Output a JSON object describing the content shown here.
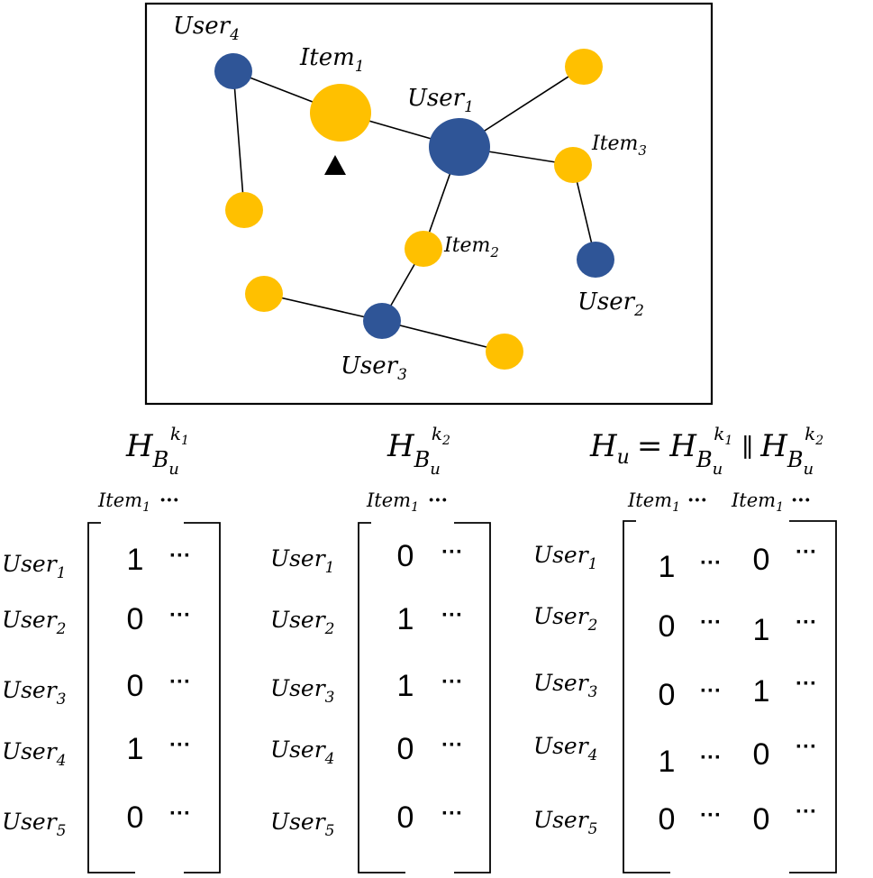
{
  "colors": {
    "user": "#2f5597",
    "item": "#ffc000",
    "line": "#000000"
  },
  "graph": {
    "labels": {
      "user4": "User",
      "user4_sub": "4",
      "item1": "Item",
      "item1_sub": "1",
      "user1": "User",
      "user1_sub": "1",
      "item3": "Item",
      "item3_sub": "3",
      "item2": "Item",
      "item2_sub": "2",
      "user2": "User",
      "user2_sub": "2",
      "user3": "User",
      "user3_sub": "3"
    },
    "marker_icon": "black-triangle-icon"
  },
  "matrices": {
    "headers": {
      "h1": "H",
      "h1_sub": "B",
      "h1_subsub": "u",
      "h1_sup": "k",
      "h1_supsub": "1",
      "h2": "H",
      "h2_sub": "B",
      "h2_subsub": "u",
      "h2_sup": "k",
      "h2_supsub": "2",
      "h3_lhs": "H",
      "h3_lhs_sub": "u",
      "h3_eq": "=",
      "h3a": "H",
      "h3a_sub": "B",
      "h3a_subsub": "u",
      "h3a_sup": "k",
      "h3a_supsub": "1",
      "h3_concat": "∥",
      "h3b": "H",
      "h3b_sub": "B",
      "h3b_subsub": "u",
      "h3b_sup": "k",
      "h3b_supsub": "2"
    },
    "col_label": "Item",
    "col_label_sub": "1",
    "ellipsis": "···",
    "row_label": "User",
    "row_subs": [
      "1",
      "2",
      "3",
      "4",
      "5"
    ],
    "m1": [
      "1",
      "0",
      "0",
      "1",
      "0"
    ],
    "m2": [
      "0",
      "1",
      "1",
      "0",
      "0"
    ],
    "m3a": [
      "1",
      "0",
      "0",
      "1",
      "0"
    ],
    "m3b": [
      "0",
      "1",
      "1",
      "0",
      "0"
    ]
  }
}
